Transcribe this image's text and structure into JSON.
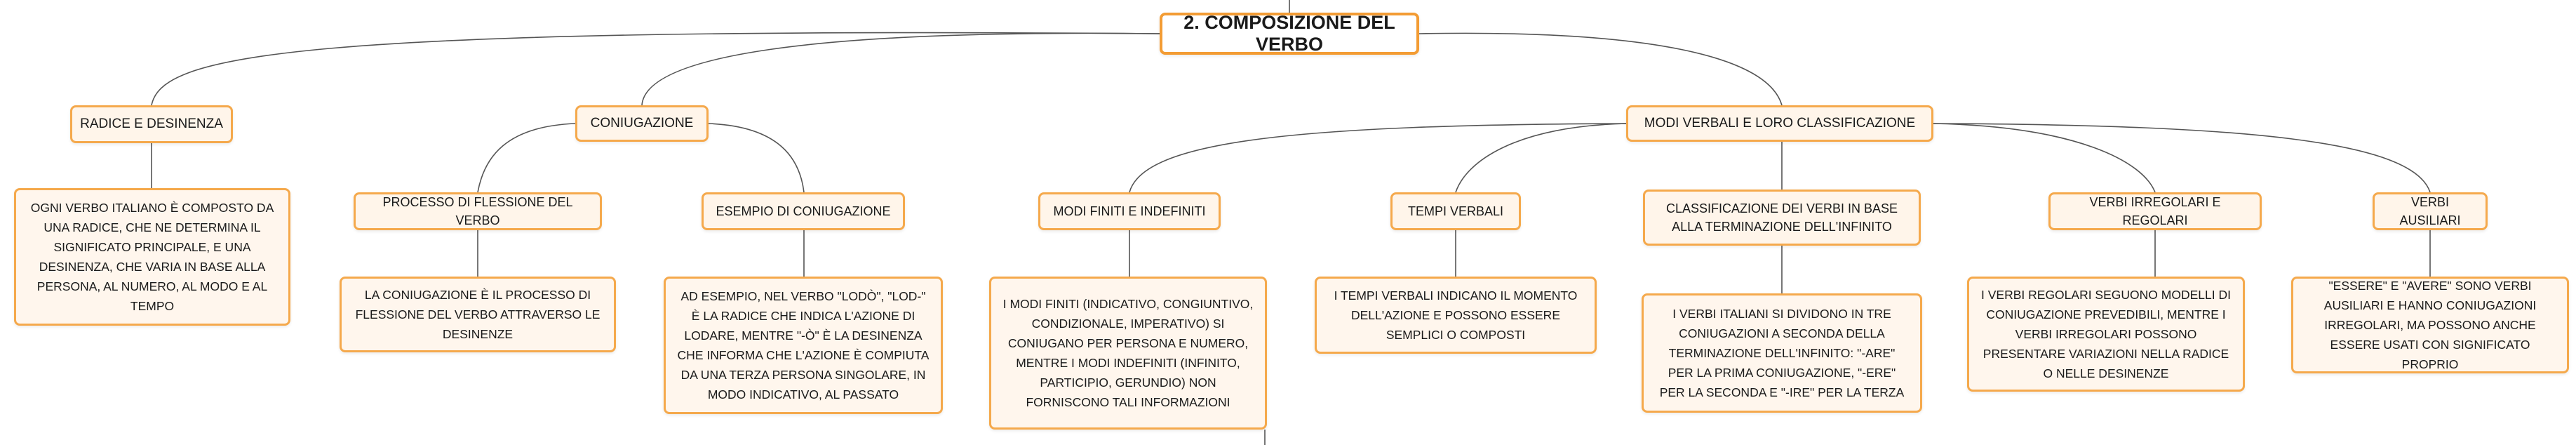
{
  "colors": {
    "border": "#f5a94c",
    "title_border": "#f39c34",
    "fill": "#fff6ed",
    "connector": "#555555"
  },
  "title": "2. COMPOSIZIONE DEL VERBO",
  "branches": {
    "radice": {
      "label": "RADICE E DESINENZA",
      "leaf": "OGNI VERBO ITALIANO È COMPOSTO DA UNA RADICE, CHE NE DETERMINA IL SIGNIFICATO PRINCIPALE, E UNA DESINENZA, CHE VARIA IN BASE ALLA PERSONA, AL NUMERO, AL MODO E AL TEMPO"
    },
    "coniugazione": {
      "label": "CONIUGAZIONE",
      "processo": {
        "label": "PROCESSO DI FLESSIONE DEL VERBO",
        "leaf": "LA CONIUGAZIONE È IL PROCESSO DI FLESSIONE DEL VERBO ATTRAVERSO LE DESINENZE"
      },
      "esempio": {
        "label": "ESEMPIO DI CONIUGAZIONE",
        "leaf": "AD ESEMPIO, NEL VERBO \"LODÒ\", \"LOD-\" È LA RADICE CHE INDICA L'AZIONE DI LODARE, MENTRE \"-Ò\" È LA DESINENZA CHE INFORMA CHE L'AZIONE È COMPIUTA DA UNA TERZA PERSONA SINGOLARE, IN MODO INDICATIVO, AL PASSATO"
      }
    },
    "modi": {
      "label": "MODI VERBALI E LORO CLASSIFICAZIONE",
      "finiti": {
        "label": "MODI FINITI E INDEFINITI",
        "leaf": "I MODI FINITI (INDICATIVO, CONGIUNTIVO, CONDIZIONALE, IMPERATIVO) SI CONIUGANO PER PERSONA E NUMERO, MENTRE I MODI INDEFINITI (INFINITO, PARTICIPIO, GERUNDIO) NON FORNISCONO TALI INFORMAZIONI"
      },
      "tempi": {
        "label": "TEMPI VERBALI",
        "leaf": "I TEMPI VERBALI INDICANO IL MOMENTO DELL'AZIONE E POSSONO ESSERE SEMPLICI O COMPOSTI"
      },
      "classificazione": {
        "label": "CLASSIFICAZIONE DEI VERBI IN BASE ALLA TERMINAZIONE DELL'INFINITO",
        "leaf": "I VERBI ITALIANI SI DIVIDONO IN TRE CONIUGAZIONI A SECONDA DELLA TERMINAZIONE DELL'INFINITO: \"-ARE\" PER LA PRIMA CONIUGAZIONE, \"-ERE\" PER LA SECONDA E \"-IRE\" PER LA TERZA"
      },
      "irregolari": {
        "label": "VERBI IRREGOLARI E REGOLARI",
        "leaf": "I VERBI REGOLARI SEGUONO MODELLI DI CONIUGAZIONE PREVEDIBILI, MENTRE I VERBI IRREGOLARI POSSONO PRESENTARE VARIAZIONI NELLA RADICE O NELLE DESINENZE"
      },
      "ausiliari": {
        "label": "VERBI AUSILIARI",
        "leaf": "\"ESSERE\" E \"AVERE\" SONO VERBI AUSILIARI E HANNO CONIUGAZIONI IRREGOLARI, MA POSSONO ANCHE ESSERE USATI CON SIGNIFICATO PROPRIO"
      }
    }
  }
}
